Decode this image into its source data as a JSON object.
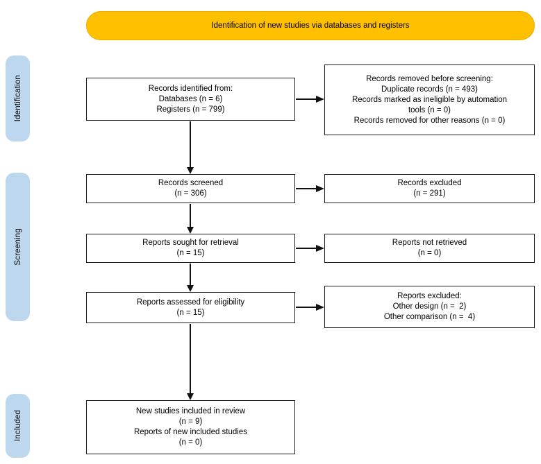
{
  "colors": {
    "banner_yellow": "#FFC000",
    "banner_edge": "#EAAA00",
    "stage_blue": "#BDD7EE",
    "line_black": "#111111"
  },
  "banner": {
    "label": "Identification of new studies via databases and registers"
  },
  "stages": {
    "identification": "Identification",
    "screening": "Screening",
    "included": "Included"
  },
  "boxes": {
    "records_identified": {
      "lines": [
        "Records identified from:",
        "Databases (n = 6)",
        "Registers (n = 799)"
      ]
    },
    "records_removed": {
      "lines": [
        "Records removed before screening:",
        "Duplicate records (n = 493)",
        "Records marked as ineligible by automation",
        "tools (n = 0)",
        "Records removed for other reasons (n = 0)"
      ]
    },
    "records_screened": {
      "lines": [
        "Records screened",
        "(n = 306)"
      ]
    },
    "records_excluded": {
      "lines": [
        "Records excluded",
        "(n = 291)"
      ]
    },
    "reports_sought": {
      "lines": [
        "Reports sought for retrieval",
        "(n = 15)"
      ]
    },
    "reports_not_retrieved": {
      "lines": [
        "Reports not retrieved",
        "(n = 0)"
      ]
    },
    "reports_assessed": {
      "lines": [
        "Reports assessed for eligibility",
        "(n = 15)"
      ]
    },
    "reports_excluded": {
      "lines": [
        "Reports excluded:",
        "Other design (n =  2)",
        "Other comparison (n =  4)"
      ]
    },
    "new_studies_included": {
      "lines": [
        "New studies included in review",
        "(n = 9)",
        "Reports of new included studies",
        "(n = 0)"
      ]
    }
  }
}
